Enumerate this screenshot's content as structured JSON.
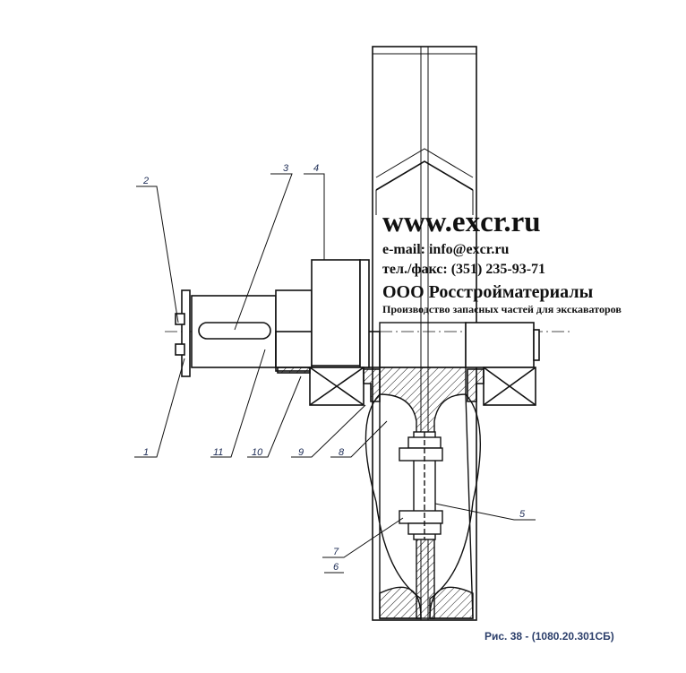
{
  "watermark": {
    "site": "www.excr.ru",
    "email": "e-mail: info@excr.ru",
    "phone": "тел./факс: (351) 235-93-71",
    "company": "ООО Росстройматериалы",
    "tagline": "Производство запасных частей для экскаваторов"
  },
  "caption": "Рис. 38 - (1080.20.301СБ)",
  "callouts": [
    "1",
    "2",
    "3",
    "4",
    "5",
    "6",
    "7",
    "8",
    "9",
    "10",
    "11"
  ],
  "colors": {
    "line": "#111111",
    "callout_text": "#1d2c55",
    "caption": "#2c3f6b"
  }
}
